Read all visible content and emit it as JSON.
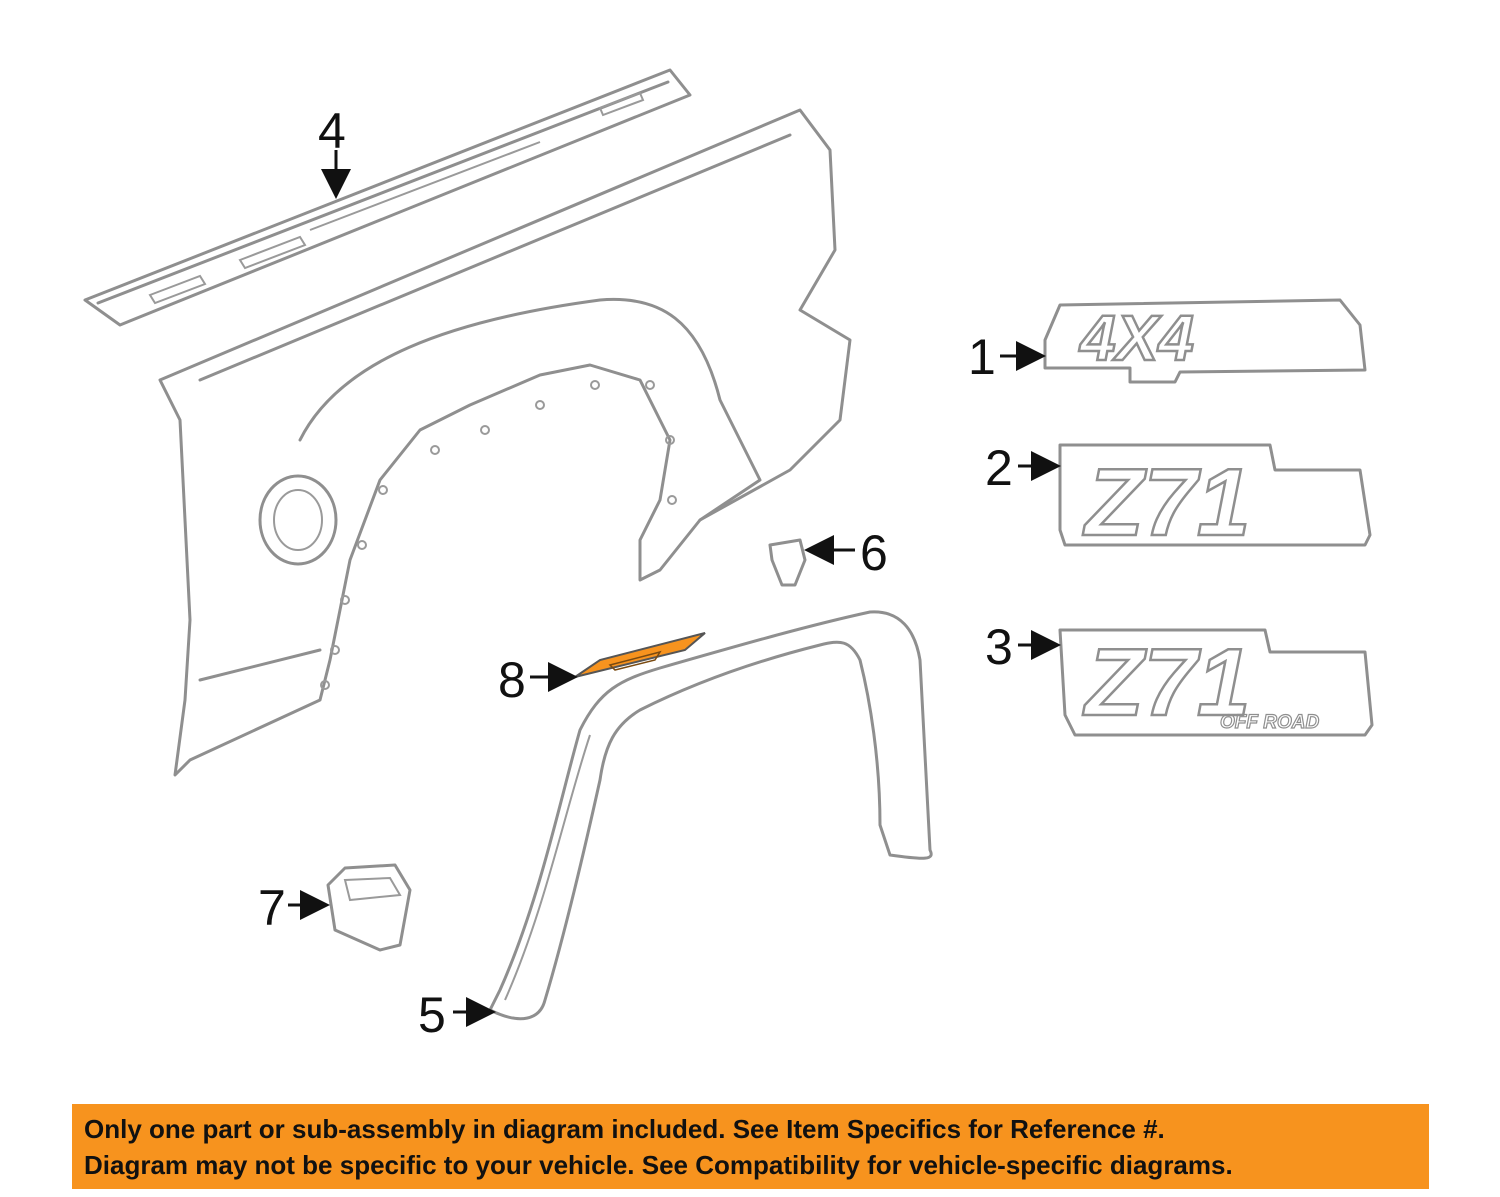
{
  "callouts": {
    "c1": "1",
    "c2": "2",
    "c3": "3",
    "c4": "4",
    "c5": "5",
    "c6": "6",
    "c7": "7",
    "c8": "8"
  },
  "emblems": {
    "badge_4x4": "4X4",
    "badge_z71": "Z71",
    "badge_z71_offroad": "Z71",
    "offroad_text": "OFF ROAD"
  },
  "highlight_color": "#f7931e",
  "banner": {
    "line1": "Only one part or sub-assembly in diagram included. See Item Specifics for Reference #.",
    "line2": "Diagram may not be specific to your vehicle. See Compatibility for vehicle-specific diagrams."
  }
}
